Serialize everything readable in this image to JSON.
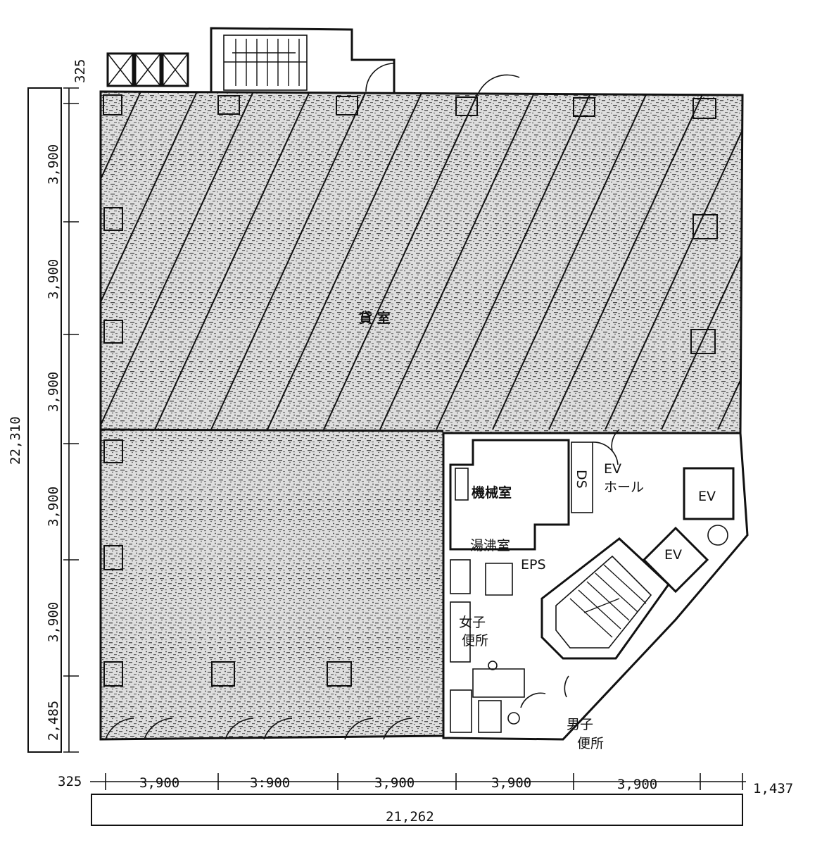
{
  "plan": {
    "room_labels": {
      "office": "貸 室",
      "machine_room": "機械室",
      "ds": "DS",
      "ev_hall_1": "EV",
      "ev_hall_2": "ホール",
      "ev1": "EV",
      "ev2": "EV",
      "pantry": "湯沸室",
      "eps": "EPS",
      "women_1": "女子",
      "women_2": "便所",
      "men_1": "男子",
      "men_2": "便所"
    },
    "left_dimensions": {
      "top_offset": "325",
      "bay_1": "3,900",
      "bay_2": "3,900",
      "bay_3": "3,900",
      "bay_4": "3,900",
      "bay_5": "3,900",
      "bay_6": "2,485",
      "total": "22,310"
    },
    "bottom_dimensions": {
      "left_offset": "325",
      "bay_1": "3,900",
      "bay_2": "3:900",
      "bay_3": "3,900",
      "bay_4": "3,900",
      "bay_5": "3,900",
      "right_offset": "1,437",
      "total": "21,262"
    }
  }
}
